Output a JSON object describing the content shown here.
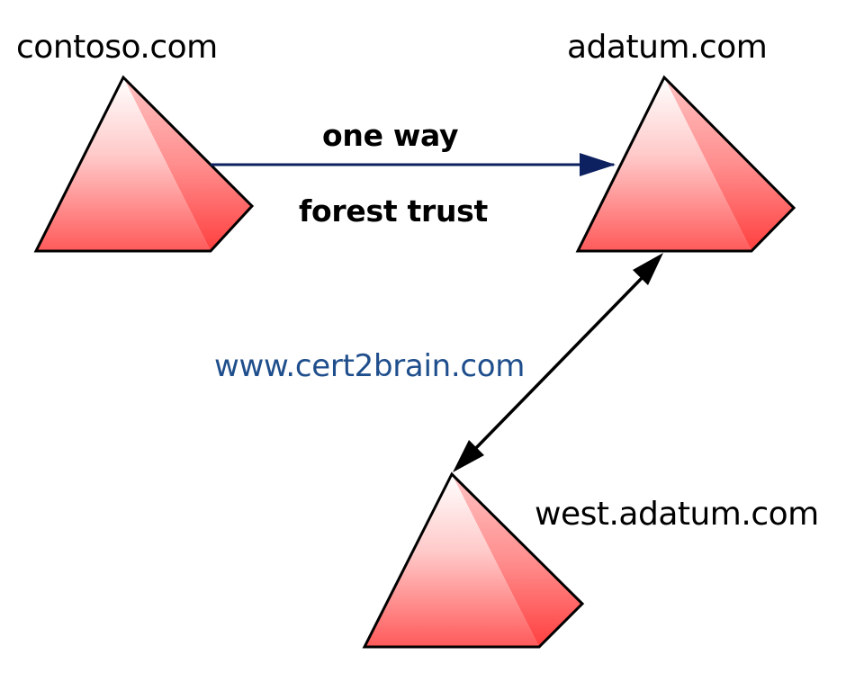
{
  "diagram": {
    "domains": [
      {
        "id": "contoso",
        "label": "contoso.com"
      },
      {
        "id": "adatum",
        "label": "adatum.com"
      },
      {
        "id": "west-adatum",
        "label": "west.adatum.com"
      }
    ],
    "trusts": [
      {
        "from": "contoso.com",
        "to": "adatum.com",
        "direction": "one-way",
        "label_top": "one way",
        "label_bottom": "forest trust",
        "color": "#0d2160"
      },
      {
        "from": "adatum.com",
        "to": "west.adatum.com",
        "direction": "two-way",
        "color": "#000000"
      }
    ],
    "watermark": "www.cert2brain.com",
    "colors": {
      "pyramid_light": "#ffffff",
      "pyramid_mid": "#ff9a9a",
      "pyramid_dark": "#ff4545",
      "outline": "#000000",
      "watermark": "#1f4e8c"
    }
  }
}
